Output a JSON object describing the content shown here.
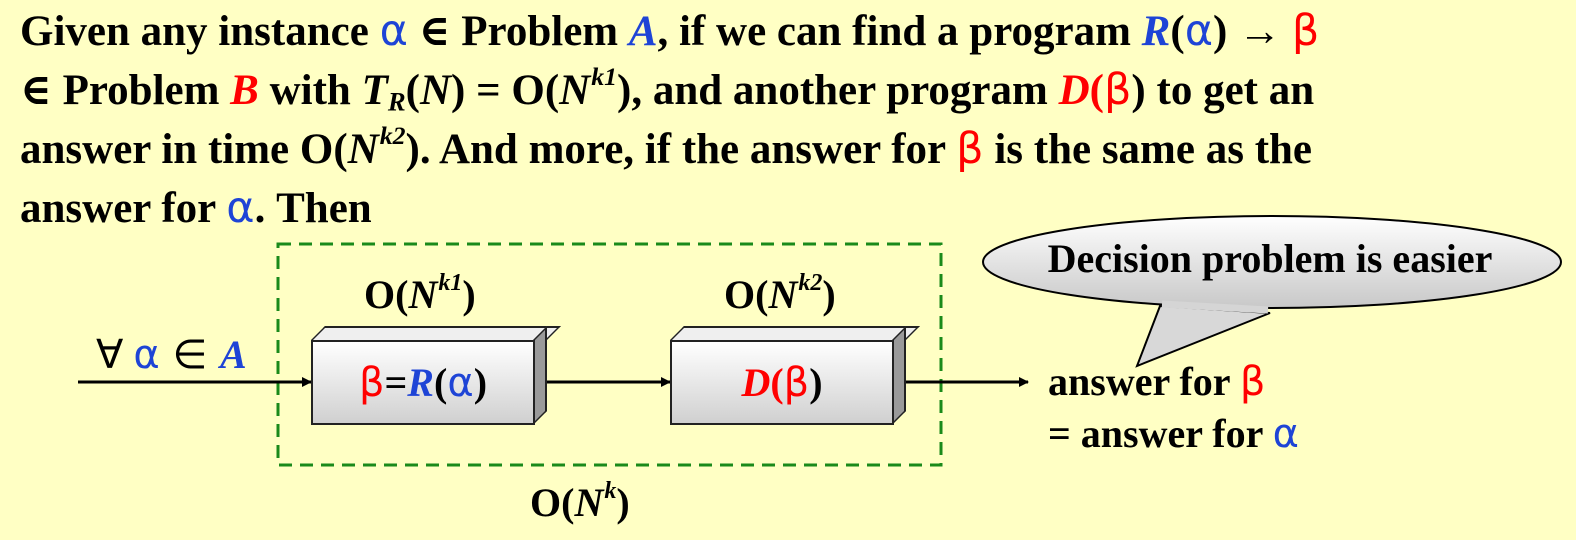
{
  "paragraph": {
    "l1_a": "Given any instance ",
    "alpha": "α",
    "l1_b": " ∈ Problem ",
    "A": "A",
    "l1_c": ", if we can find a program ",
    "R": "R",
    "open": "(",
    "close": ")",
    "arrow": " → ",
    "beta": "β",
    "l2_a": "∈ Problem ",
    "B": "B",
    "l2_b": " with ",
    "T": "T",
    "sub_R": "R",
    "N": "N",
    "eq_O": ") = O(",
    "k1": "k1",
    "k2": "k2",
    "l2_c": "), and another program ",
    "D": "D",
    "l2_d": " to get an",
    "l3_a": "answer in time O(",
    "l3_b": ").  And more, if the answer for ",
    "l3_c": " is the same as the",
    "l4_a": "answer for ",
    "l4_b": ".  Then"
  },
  "diagram": {
    "input_forall": "∀",
    "input_alpha": "α",
    "input_in": " ∈ ",
    "input_A": "A",
    "label1_O": "O(",
    "label1_N": "N",
    "label1_k": "k1",
    "label1_close": ")",
    "label2_O": "O(",
    "label2_N": "N",
    "label2_k": "k2",
    "label2_close": ")",
    "box1_beta": "β",
    "box1_eq": " = ",
    "box1_R": "R",
    "box1_open": "(",
    "box1_alpha": "α",
    "box1_close": ")",
    "box2_D": "D",
    "box2_open": "(",
    "box2_beta": "β",
    "box2_close": ")",
    "total_O": "O(",
    "total_N": "N",
    "total_k": "k",
    "total_close": ")",
    "output_line1": "answer for ",
    "output_beta": "β",
    "output_line2": "= answer for ",
    "output_alpha": "α",
    "callout": "Decision problem is easier"
  },
  "colors": {
    "background": "#FFFFC4",
    "blue": "#1E44D6",
    "red": "#FF0000",
    "dashed_box": "#1A8A1A"
  }
}
